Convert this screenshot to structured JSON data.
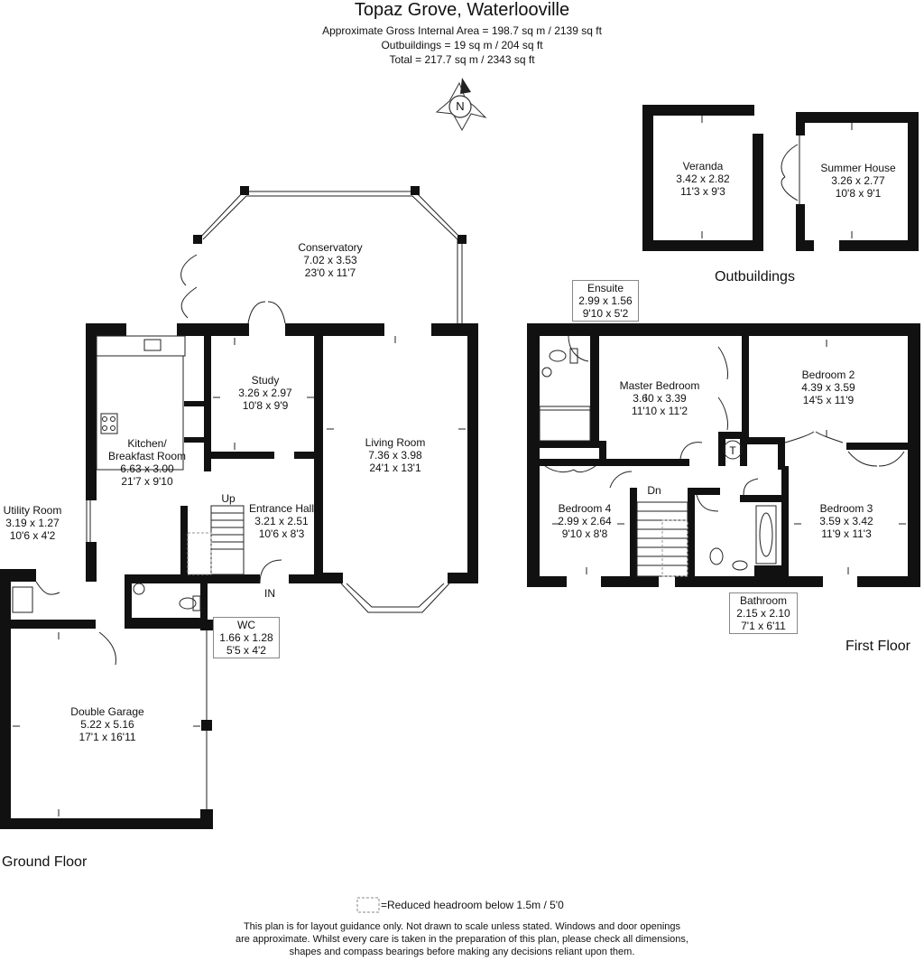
{
  "header": {
    "title": "Topaz Grove, Waterlooville",
    "gross_area": "Approximate Gross Internal Area = 198.7 sq m / 2139 sq ft",
    "outbuildings_area": "Outbuildings = 19 sq m / 204 sq ft",
    "total_area": "Total = 217.7 sq m / 2343 sq ft"
  },
  "compass": {
    "label": "N",
    "icon": "compass-icon"
  },
  "floors": {
    "ground": "Ground Floor",
    "first": "First Floor",
    "outbuildings": "Outbuildings"
  },
  "rooms": {
    "conservatory": {
      "name": "Conservatory",
      "metric": "7.02 x 3.53",
      "imperial": "23'0 x 11'7"
    },
    "study": {
      "name": "Study",
      "metric": "3.26 x 2.97",
      "imperial": "10'8 x 9'9"
    },
    "living": {
      "name": "Living Room",
      "metric": "7.36 x 3.98",
      "imperial": "24'1 x 13'1"
    },
    "kitchen": {
      "name1": "Kitchen/",
      "name2": "Breakfast Room",
      "metric": "6.63 x 3.00",
      "imperial": "21'7 x 9'10"
    },
    "entrance": {
      "name": "Entrance Hall",
      "metric": "3.21 x 2.51",
      "imperial": "10'6 x 8'3"
    },
    "utility": {
      "name": "Utility Room",
      "metric": "3.19 x 1.27",
      "imperial": "10'6 x 4'2"
    },
    "wc": {
      "name": "WC",
      "metric": "1.66 x 1.28",
      "imperial": "5'5 x 4'2"
    },
    "garage": {
      "name": "Double Garage",
      "metric": "5.22 x 5.16",
      "imperial": "17'1 x 16'11"
    },
    "ensuite": {
      "name": "Ensuite",
      "metric": "2.99 x 1.56",
      "imperial": "9'10 x 5'2"
    },
    "master": {
      "name": "Master Bedroom",
      "metric": "3.60 x 3.39",
      "imperial": "11'10 x 11'2"
    },
    "bed2": {
      "name": "Bedroom 2",
      "metric": "4.39 x 3.59",
      "imperial": "14'5 x 11'9"
    },
    "bed4": {
      "name": "Bedroom 4",
      "metric": "2.99 x 2.64",
      "imperial": "9'10 x 8'8"
    },
    "bed3": {
      "name": "Bedroom 3",
      "metric": "3.59 x 3.42",
      "imperial": "11'9 x 11'3"
    },
    "bathroom": {
      "name": "Bathroom",
      "metric": "2.15 x 2.10",
      "imperial": "7'1 x 6'11"
    },
    "veranda": {
      "name": "Veranda",
      "metric": "3.42 x 2.82",
      "imperial": "11'3 x 9'3"
    },
    "summer": {
      "name": "Summer House",
      "metric": "3.26 x 2.77",
      "imperial": "10'8 x 9'1"
    }
  },
  "markers": {
    "up": "Up",
    "down": "Dn",
    "in": "IN",
    "tank": "T"
  },
  "legend": {
    "text": "=Reduced headroom below 1.5m / 5'0"
  },
  "disclaimer": {
    "line1": "This plan is for layout guidance only. Not drawn to scale unless stated. Windows and door openings",
    "line2": "are approximate. Whilst every care is taken in the preparation of this plan, please check all dimensions,",
    "line3": "shapes and compass bearings before making any decisions reliant upon them."
  }
}
